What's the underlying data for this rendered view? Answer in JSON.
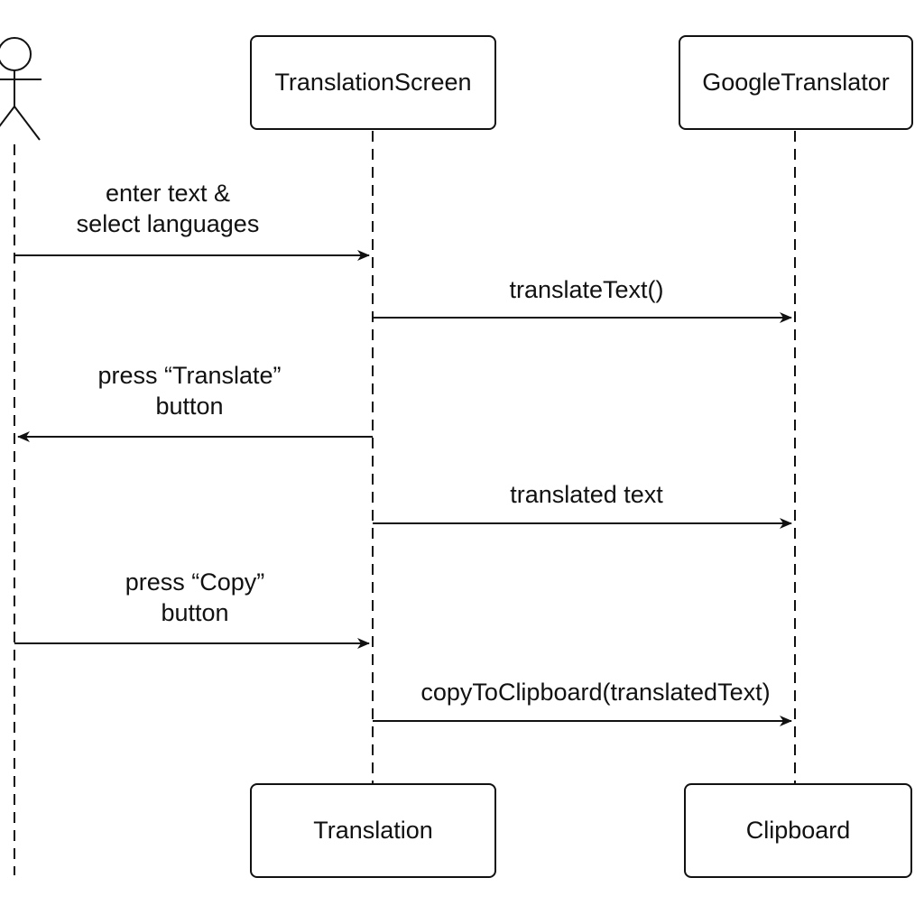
{
  "participants": {
    "actor": "",
    "translation_screen": "TranslationScreen",
    "google_translator": "GoogleTranslator",
    "translation": "Translation",
    "clipboard": "Clipboard"
  },
  "messages": [
    {
      "lines": [
        "enter text &",
        "select languages"
      ]
    },
    {
      "lines": [
        "translateText()"
      ]
    },
    {
      "lines": [
        "press “Translate”",
        "button"
      ]
    },
    {
      "lines": [
        "translated text"
      ]
    },
    {
      "lines": [
        "press “Copy”",
        "button"
      ]
    },
    {
      "lines": [
        "copyToClipboard(translatedText)"
      ]
    }
  ]
}
